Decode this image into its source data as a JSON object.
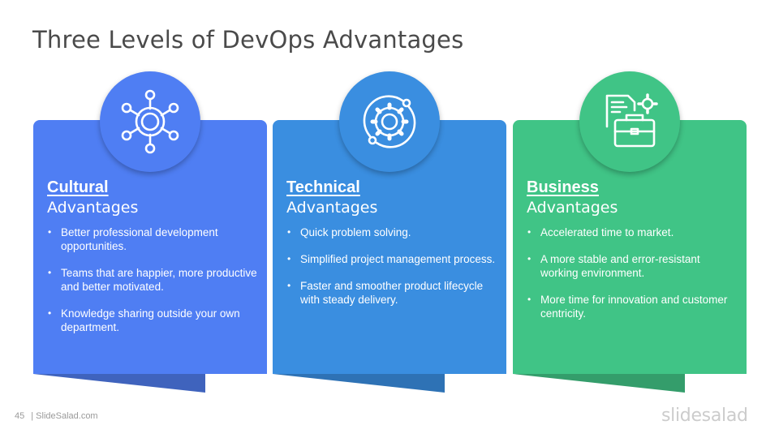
{
  "slide": {
    "title": "Three Levels of DevOps Advantages",
    "page_number": "45",
    "footer_text": "| SlideSalad.com",
    "brand": "slidesalad"
  },
  "cards": [
    {
      "heading": "Cultural",
      "subheading": "Advantages",
      "icon": "team-network-icon",
      "color": "#4f7ef3",
      "tail_color": "#3f63bd",
      "bullets": [
        "Better professional development opportunities.",
        "Teams that are happier, more productive and better motivated.",
        "Knowledge sharing outside your own department."
      ]
    },
    {
      "heading": "Technical",
      "subheading": "Advantages",
      "icon": "gear-cycle-icon",
      "color": "#3a8ee0",
      "tail_color": "#2e72b5",
      "bullets": [
        "Quick problem solving.",
        "Simplified project management process.",
        "Faster and smoother product lifecycle with steady delivery."
      ]
    },
    {
      "heading": "Business",
      "subheading": "Advantages",
      "icon": "briefcase-document-icon",
      "color": "#40c486",
      "tail_color": "#349d6b",
      "bullets": [
        "Accelerated time to market.",
        "A more stable and error-resistant working environment.",
        "More time for innovation and customer centricity."
      ]
    }
  ]
}
